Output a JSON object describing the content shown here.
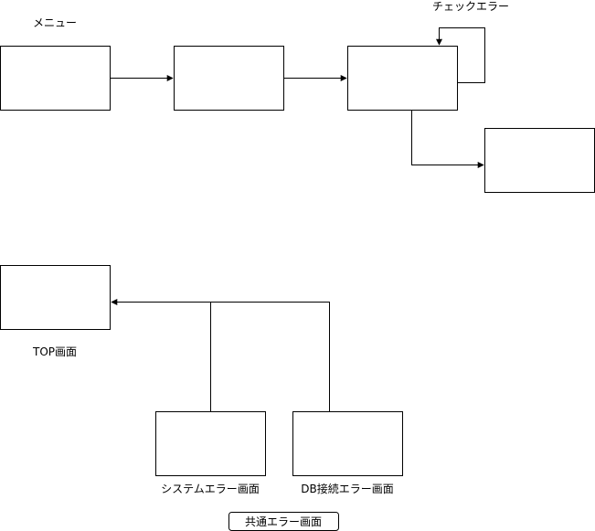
{
  "labels": {
    "menu": "メニュー",
    "check_error": "チェックエラー",
    "top_screen": "TOP画面",
    "system_error_screen": "システムエラー画面",
    "db_connection_error_screen": "DB接続エラー画面",
    "common_error_screen": "共通エラー画面"
  },
  "colors": {
    "stroke": "#000000",
    "fill": "#ffffff"
  }
}
